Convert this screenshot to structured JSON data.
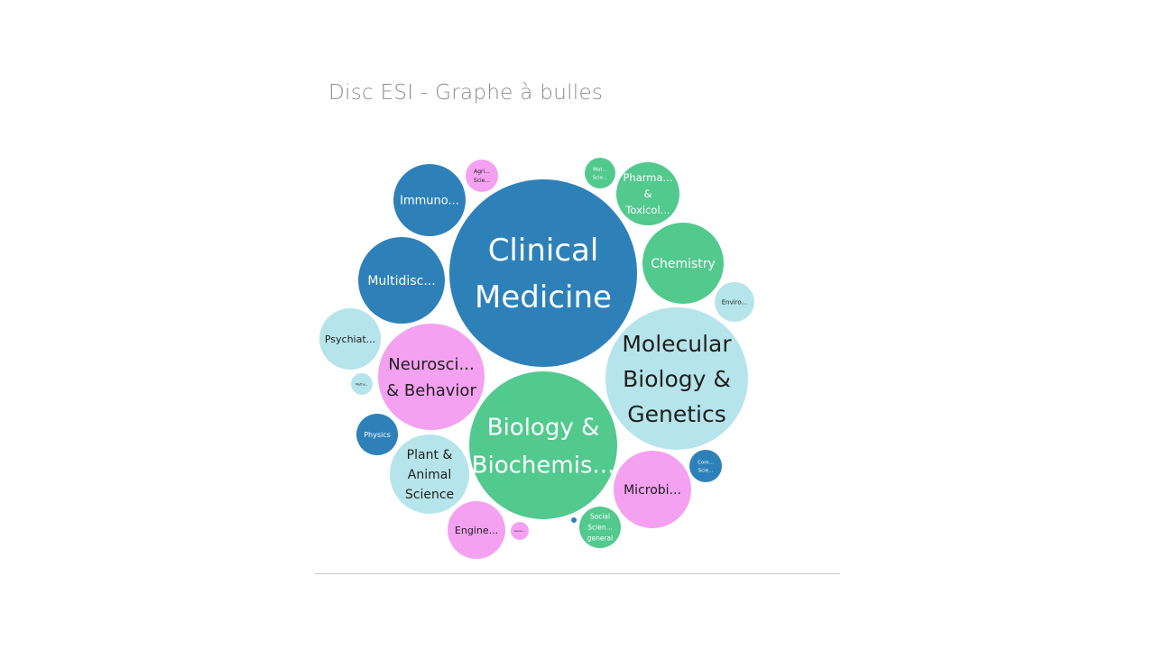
{
  "title": "Disc ESI - Graphe à bulles",
  "colors": {
    "blue": "#2e81b8",
    "green": "#52c98d",
    "lightblue": "#b5e5ea",
    "pink": "#f3a1f0"
  },
  "chart_data": {
    "type": "bubble",
    "title": "Disc ESI - Graphe à bulles",
    "bubbles": [
      {
        "label": [
          "Clinical",
          "Medicine"
        ],
        "color": "blue"
      },
      {
        "label": [
          "Molecular",
          "Biology &",
          "Genetics"
        ],
        "color": "lightblue"
      },
      {
        "label": [
          "Biology &",
          "Biochemis..."
        ],
        "color": "green"
      },
      {
        "label": [
          "Neurosci...",
          "& Behavior"
        ],
        "color": "pink"
      },
      {
        "label": [
          "Multidisc..."
        ],
        "color": "blue"
      },
      {
        "label": [
          "Immuno..."
        ],
        "color": "blue"
      },
      {
        "label": [
          "Chemistry"
        ],
        "color": "green"
      },
      {
        "label": [
          "Microbi..."
        ],
        "color": "pink"
      },
      {
        "label": [
          "Plant &",
          "Animal",
          "Science"
        ],
        "color": "lightblue"
      },
      {
        "label": [
          "Pharma...",
          "&",
          "Toxicol..."
        ],
        "color": "green"
      },
      {
        "label": [
          "Psychiat..."
        ],
        "color": "lightblue"
      },
      {
        "label": [
          "Engine..."
        ],
        "color": "pink"
      },
      {
        "label": [
          "Physics"
        ],
        "color": "blue"
      },
      {
        "label": [
          "Social",
          "Scien...",
          "general"
        ],
        "color": "green"
      },
      {
        "label": [
          "Enviro..."
        ],
        "color": "lightblue"
      },
      {
        "label": [
          "Agri...",
          "Scie..."
        ],
        "color": "pink"
      },
      {
        "label": [
          "Mat...",
          "Scie..."
        ],
        "color": "green"
      },
      {
        "label": [
          "Com...",
          "Scie..."
        ],
        "color": "blue"
      },
      {
        "label": [
          "Mathe..."
        ],
        "color": "lightblue"
      },
      {
        "label": [
          "Geosc..."
        ],
        "color": "pink"
      },
      {
        "label": [],
        "color": "blue"
      }
    ]
  }
}
